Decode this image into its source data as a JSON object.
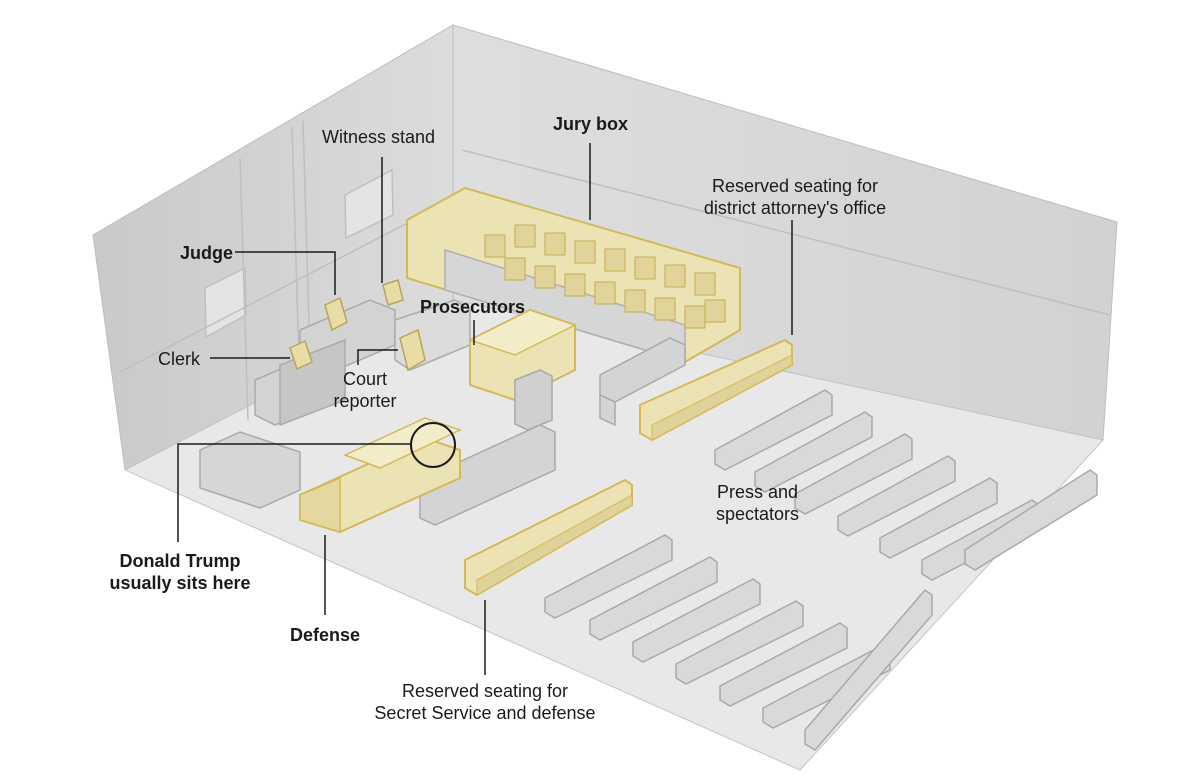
{
  "colors": {
    "background": "#ffffff",
    "wall": "#d9d9d9",
    "wall_dark": "#c8c8c8",
    "floor": "#e9e9e9",
    "furniture": "#d2d2d2",
    "furniture_edge": "#b4b4b4",
    "highlight_fill": "#ece3b4",
    "highlight_stroke": "#d4b95a",
    "leader_line": "#1a1a1a",
    "text": "#1a1a1a"
  },
  "labels": {
    "witness_stand": "Witness stand",
    "jury_box": "Jury box",
    "reserved_da_line1": "Reserved seating for",
    "reserved_da_line2": "district attorney's office",
    "judge": "Judge",
    "prosecutors": "Prosecutors",
    "clerk": "Clerk",
    "court_reporter_line1": "Court",
    "court_reporter_line2": "reporter",
    "press_line1": "Press and",
    "press_line2": "spectators",
    "trump_line1": "Donald Trump",
    "trump_line2": "usually sits here",
    "defense": "Defense",
    "reserved_ss_line1": "Reserved seating for",
    "reserved_ss_line2": "Secret Service and defense"
  }
}
